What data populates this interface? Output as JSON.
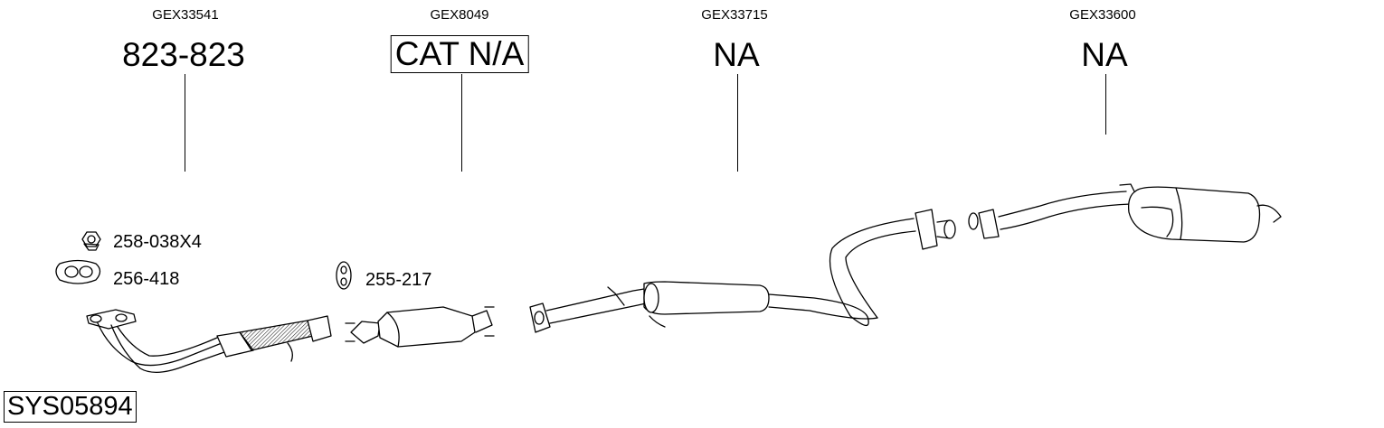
{
  "columns": [
    {
      "code": "GEX33541",
      "label": "823-823",
      "boxed": false
    },
    {
      "code": "GEX8049",
      "label": "CAT N/A",
      "boxed": true
    },
    {
      "code": "GEX33715",
      "label": "NA",
      "boxed": false
    },
    {
      "code": "GEX33600",
      "label": "NA",
      "boxed": false
    }
  ],
  "small_parts": [
    {
      "part": "258-038X4",
      "icon": "nut-icon"
    },
    {
      "part": "256-418",
      "icon": "gasket-icon"
    },
    {
      "part": "255-217",
      "icon": "rubber-mount-icon"
    }
  ],
  "system_code": "SYS05894"
}
